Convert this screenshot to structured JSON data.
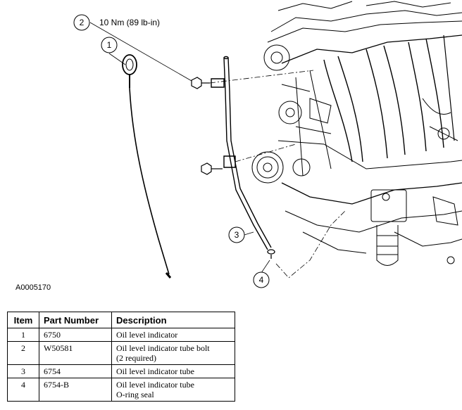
{
  "callouts": [
    {
      "num": "1",
      "note": ""
    },
    {
      "num": "2",
      "note": "10 Nm (89 lb-in)"
    },
    {
      "num": "3",
      "note": ""
    },
    {
      "num": "4",
      "note": ""
    }
  ],
  "figure_id": "A0005170",
  "table": {
    "headers": [
      "Item",
      "Part Number",
      "Description"
    ],
    "rows": [
      {
        "item": "1",
        "part": "6750",
        "desc": "Oil level indicator"
      },
      {
        "item": "2",
        "part": "W50581",
        "desc": "Oil level indicator tube bolt\n(2 required)"
      },
      {
        "item": "3",
        "part": "6754",
        "desc": "Oil level indicator tube"
      },
      {
        "item": "4",
        "part": "6754-B",
        "desc": "Oil level indicator tube\nO-ring seal"
      }
    ]
  }
}
